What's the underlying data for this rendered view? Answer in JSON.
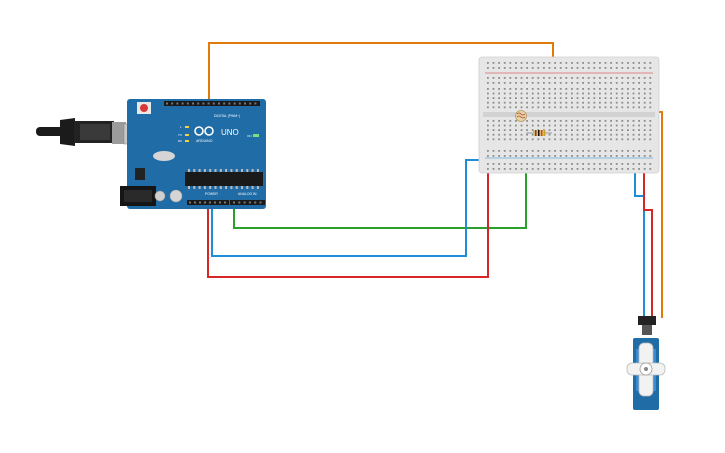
{
  "arduino": {
    "logo_text": "ARDUINO",
    "model": "UNO",
    "digital_label": "DIGITAL (PWM~)",
    "power_label": "POWER",
    "analog_label": "ANALOG IN",
    "led_on_label": "ON",
    "tx_label": "TX",
    "rx_label": "RX",
    "l_label": "L",
    "board_color": "#1f6ca6"
  },
  "wires": {
    "orange": "#e07b0b",
    "green": "#2ca02c",
    "blue": "#1f8ed6",
    "red": "#d62728"
  },
  "breadboard": {
    "body_color": "#e6e6e6"
  },
  "servo": {
    "body_color": "#1f6ca6"
  }
}
